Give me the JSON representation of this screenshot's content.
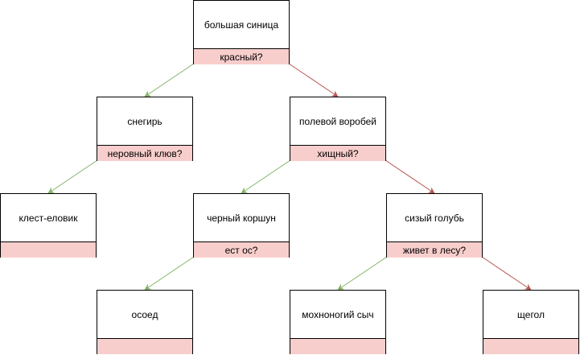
{
  "colors": {
    "yes_edge": "#82b366",
    "no_edge": "#b85450",
    "question_fill": "#f8cecc"
  },
  "nodes": {
    "root": {
      "title": "большая синица",
      "question": "красный?"
    },
    "n1": {
      "title": "снегирь",
      "question": "неровный клюв?"
    },
    "n2": {
      "title": "полевой воробей",
      "question": "хищный?"
    },
    "n3": {
      "title": "клест-еловик",
      "question": ""
    },
    "n4": {
      "title": "черный коршун",
      "question": "ест ос?"
    },
    "n5": {
      "title": "сизый голубь",
      "question": "живет в лесу?"
    },
    "n6": {
      "title": "осоед",
      "question": ""
    },
    "n7": {
      "title": "мохноногий сыч",
      "question": ""
    },
    "n8": {
      "title": "щегол",
      "question": ""
    }
  },
  "edges": [
    {
      "from": "root",
      "to": "n1",
      "kind": "yes"
    },
    {
      "from": "root",
      "to": "n2",
      "kind": "no"
    },
    {
      "from": "n1",
      "to": "n3",
      "kind": "yes"
    },
    {
      "from": "n2",
      "to": "n4",
      "kind": "yes"
    },
    {
      "from": "n2",
      "to": "n5",
      "kind": "no"
    },
    {
      "from": "n4",
      "to": "n6",
      "kind": "yes"
    },
    {
      "from": "n5",
      "to": "n7",
      "kind": "yes"
    },
    {
      "from": "n5",
      "to": "n8",
      "kind": "no"
    }
  ]
}
